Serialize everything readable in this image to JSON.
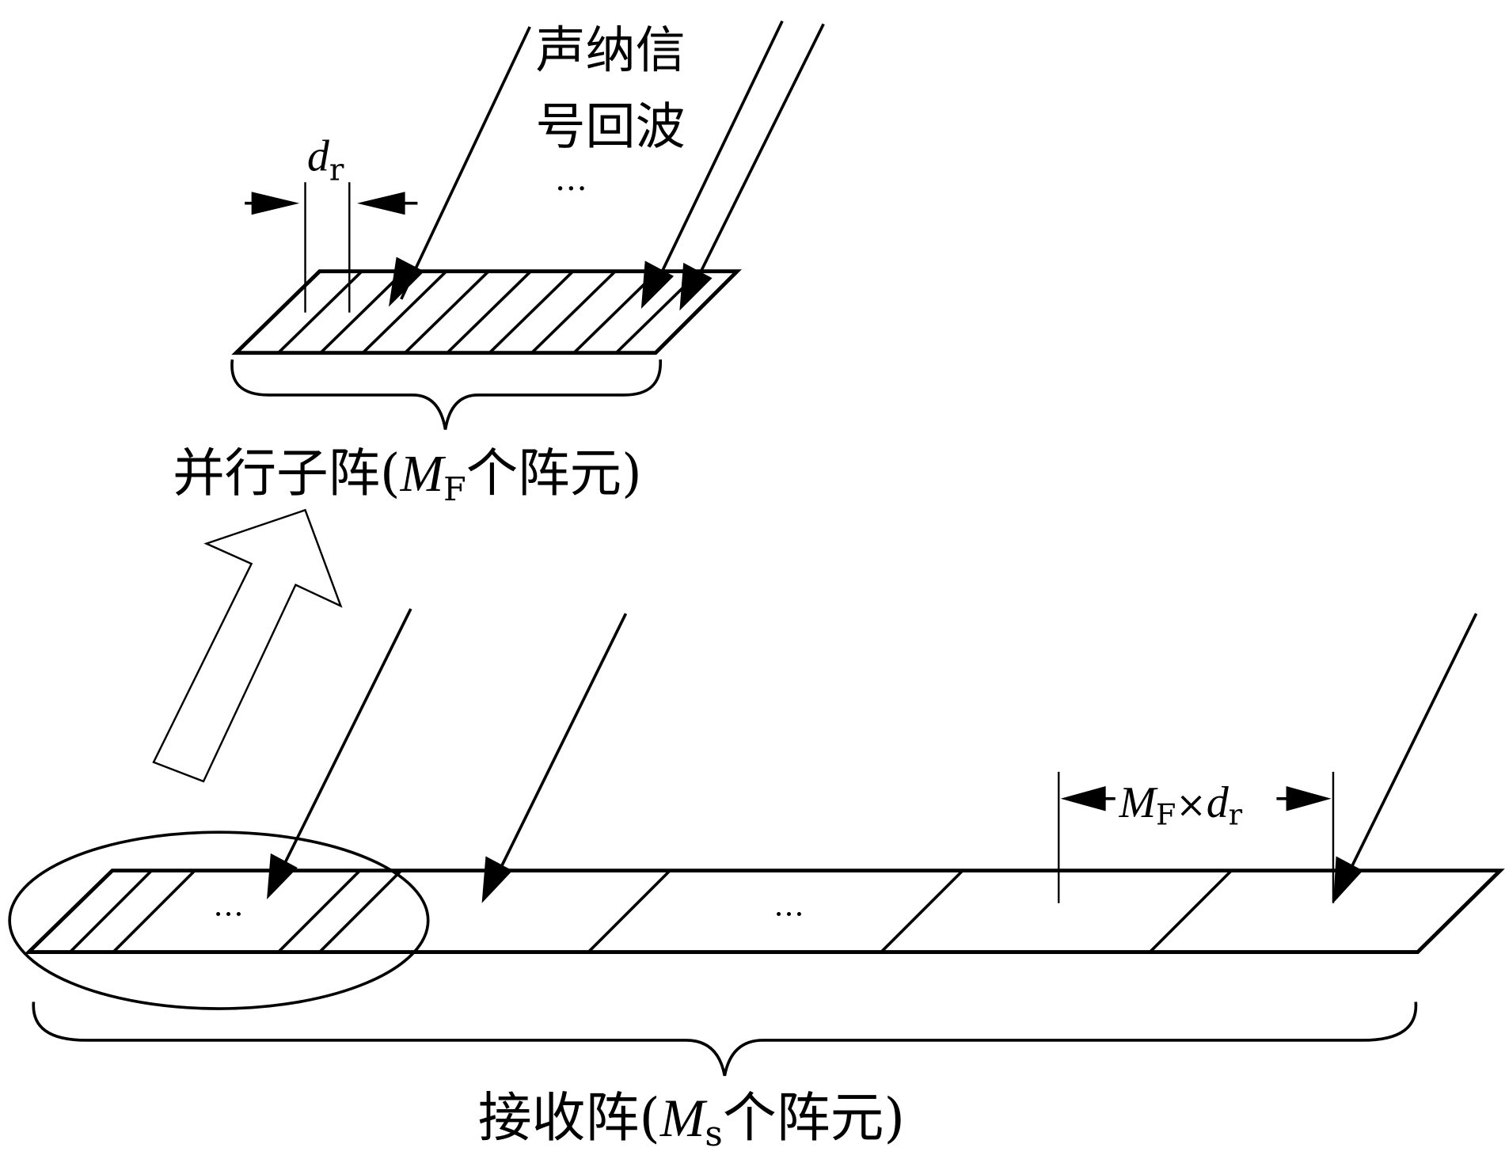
{
  "top_label": {
    "line1": "声纳信",
    "line2": "号回波",
    "ellipsis": "…"
  },
  "spacing_label": {
    "var": "d",
    "sub": "r"
  },
  "subarray_label": {
    "prefix": "并行子阵(",
    "var": "M",
    "sub": "F",
    "suffix": "个阵元)"
  },
  "receive_label": {
    "prefix": "接收阵(",
    "var": "M",
    "sub": "s",
    "suffix": "个阵元)"
  },
  "span_label": {
    "var1": "M",
    "sub1": "F",
    "times": "×",
    "var2": "d",
    "sub2": "r"
  },
  "array_ellipsis": [
    "…",
    "…"
  ]
}
